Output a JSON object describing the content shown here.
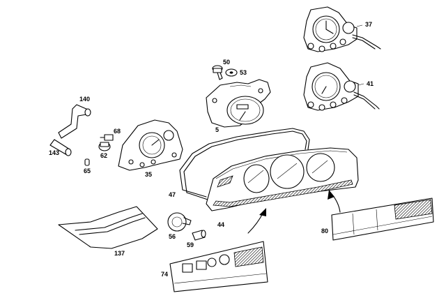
{
  "diagram": {
    "callouts": [
      {
        "id": "c37",
        "text": "37"
      },
      {
        "id": "c41",
        "text": "41"
      },
      {
        "id": "c50",
        "text": "50"
      },
      {
        "id": "c53",
        "text": "53"
      },
      {
        "id": "c5",
        "text": "5"
      },
      {
        "id": "c140",
        "text": "140"
      },
      {
        "id": "c68",
        "text": "68"
      },
      {
        "id": "c143",
        "text": "143"
      },
      {
        "id": "c62",
        "text": "62"
      },
      {
        "id": "c65",
        "text": "65"
      },
      {
        "id": "c35",
        "text": "35"
      },
      {
        "id": "c47",
        "text": "47"
      },
      {
        "id": "c44",
        "text": "44"
      },
      {
        "id": "c80",
        "text": "80"
      },
      {
        "id": "c56",
        "text": "56"
      },
      {
        "id": "c59",
        "text": "59"
      },
      {
        "id": "c137",
        "text": "137"
      },
      {
        "id": "c74",
        "text": "74"
      }
    ]
  }
}
